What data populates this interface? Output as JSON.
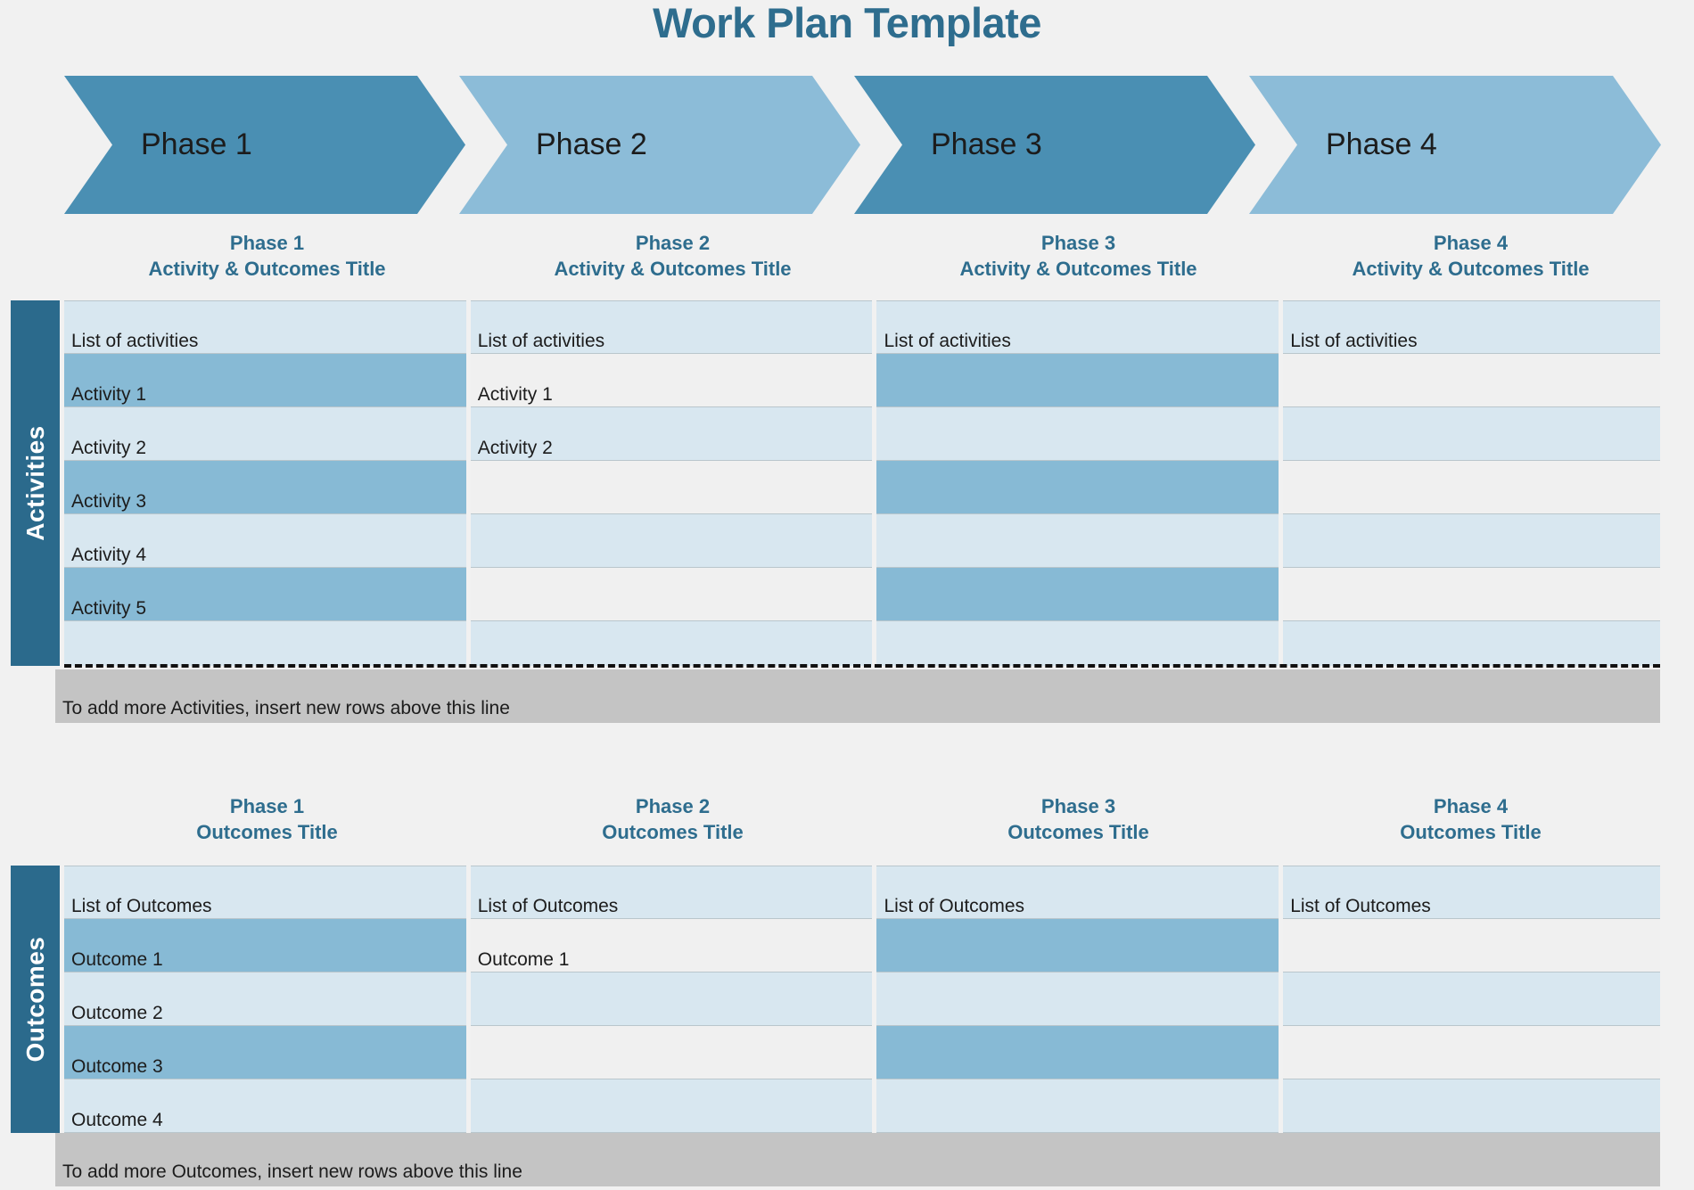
{
  "title": "Work Plan Template",
  "colors": {
    "title": "#2e6d8e",
    "chevron_dark": "#4a8fb3",
    "chevron_light": "#8cbcd8",
    "sidebar": "#2b6a8c",
    "cell_light_blue": "#d8e7f0",
    "cell_med_blue": "#87bad5",
    "cell_gray": "#f0f0f0",
    "note_bar": "#c4c4c4",
    "page_bg": "#f1f1f1"
  },
  "chevrons": [
    {
      "label": "Phase 1",
      "tone": "dark"
    },
    {
      "label": "Phase 2",
      "tone": "light"
    },
    {
      "label": "Phase 3",
      "tone": "dark"
    },
    {
      "label": "Phase 4",
      "tone": "light"
    }
  ],
  "activities": {
    "sidebar_label": "Activities",
    "column_titles": [
      {
        "line1": "Phase 1",
        "line2": "Activity & Outcomes Title"
      },
      {
        "line1": "Phase 2",
        "line2": "Activity & Outcomes Title"
      },
      {
        "line1": "Phase 3",
        "line2": "Activity & Outcomes Title"
      },
      {
        "line1": "Phase 4",
        "line2": "Activity & Outcomes Title"
      }
    ],
    "columns": [
      {
        "cells": [
          "List of activities",
          "Activity 1",
          "Activity 2",
          "Activity 3",
          "Activity 4",
          "Activity 5",
          ""
        ]
      },
      {
        "cells": [
          "List of activities",
          "Activity 1",
          "Activity 2",
          "",
          "",
          "",
          ""
        ]
      },
      {
        "cells": [
          "List of activities",
          "",
          "",
          "",
          "",
          "",
          ""
        ]
      },
      {
        "cells": [
          "List of activities",
          "",
          "",
          "",
          "",
          "",
          ""
        ]
      }
    ],
    "note": "To add more Activities, insert new rows above this line"
  },
  "outcomes": {
    "sidebar_label": "Outcomes",
    "column_titles": [
      {
        "line1": "Phase 1",
        "line2": "Outcomes Title"
      },
      {
        "line1": "Phase 2",
        "line2": "Outcomes Title"
      },
      {
        "line1": "Phase 3",
        "line2": "Outcomes Title"
      },
      {
        "line1": "Phase 4",
        "line2": "Outcomes Title"
      }
    ],
    "columns": [
      {
        "cells": [
          "List of Outcomes",
          "Outcome 1",
          "Outcome 2",
          "Outcome 3",
          "Outcome 4"
        ]
      },
      {
        "cells": [
          "List of Outcomes",
          "Outcome 1",
          "",
          "",
          ""
        ]
      },
      {
        "cells": [
          "List of Outcomes",
          "",
          "",
          "",
          ""
        ]
      },
      {
        "cells": [
          "List of Outcomes",
          "",
          "",
          "",
          ""
        ]
      }
    ],
    "note": "To add more Outcomes, insert new rows above this line"
  }
}
